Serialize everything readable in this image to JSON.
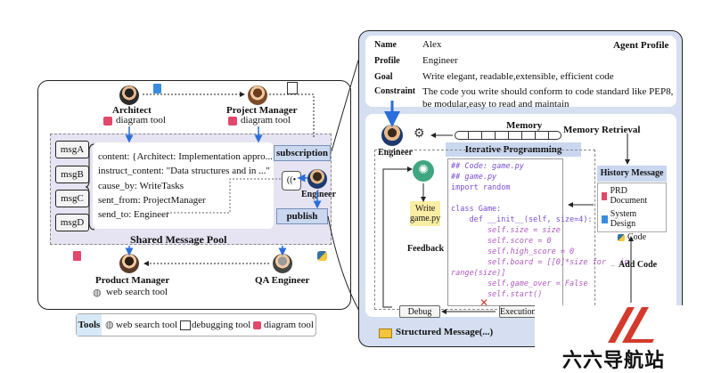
{
  "left": {
    "architect": {
      "name": "Architect",
      "tool": "diagram tool"
    },
    "project_manager": {
      "name": "Project Manager",
      "tool": "diagram tool"
    },
    "product_manager": {
      "name": "Product Manager",
      "tool": "web search tool"
    },
    "qa_engineer": {
      "name": "QA Engineer"
    },
    "engineer": {
      "name": "Engineer"
    },
    "messages": [
      "msgA",
      "msgB",
      "msgC",
      "msgD"
    ],
    "message_fields": [
      "content: {Architect: Implementation appro...}",
      "instruct_content: \"Data structures and in ...\"",
      "cause_by: WriteTasks",
      "sent_from: ProjectManager",
      "send_to: Engineer"
    ],
    "subscription_label": "subscription",
    "publish_label": "publish",
    "pool_label": "Shared Message Pool"
  },
  "tools": {
    "label": "Tools",
    "items": [
      "web search tool",
      "debugging tool",
      "diagram tool"
    ]
  },
  "profile": {
    "title": "Agent Profile",
    "rows": [
      {
        "key": "Name",
        "value": "Alex"
      },
      {
        "key": "Profile",
        "value": "Engineer"
      },
      {
        "key": "Goal",
        "value": "Write elegant, readable,extensible, efficient code"
      },
      {
        "key": "Constraint",
        "value": "The code you write should conform to code standard like PEP8, be modular,easy to read and maintain"
      }
    ]
  },
  "right": {
    "engineer_label": "Engineer",
    "memory_label": "Memory",
    "memory_retrieval_label": "Memory Retrieval",
    "iterative_label": "Iterative Programming",
    "history_title": "History Message",
    "history_items": [
      "PRD Document",
      "System Design",
      "Code"
    ],
    "write_label": "Write game.py",
    "feedback_label": "Feedback",
    "add_code_label": "Add Code",
    "debug_label": "Debug",
    "execution_label": "Execution",
    "structured_label": "Structured Message(...)",
    "code_lines": [
      "## Code: game.py",
      "## game.py",
      "import random",
      "",
      "class Game:",
      "    def __init__(self, size=4):",
      "        self.size = size",
      "        self.score = 0",
      "        self.high_score = 0",
      "        self.board = [[0]*size for _ in",
      "range(size)]",
      "        self.game_over = False",
      "        self.start()"
    ]
  },
  "watermark": {
    "text": "六六导航站"
  },
  "colors": {
    "pool_bg": "#e6e4f2",
    "accent_blue": "#2a6fdb",
    "panel_blue": "#c9d7ef",
    "tool_red": "#e2486a",
    "watermark_red": "#d33a2c"
  }
}
